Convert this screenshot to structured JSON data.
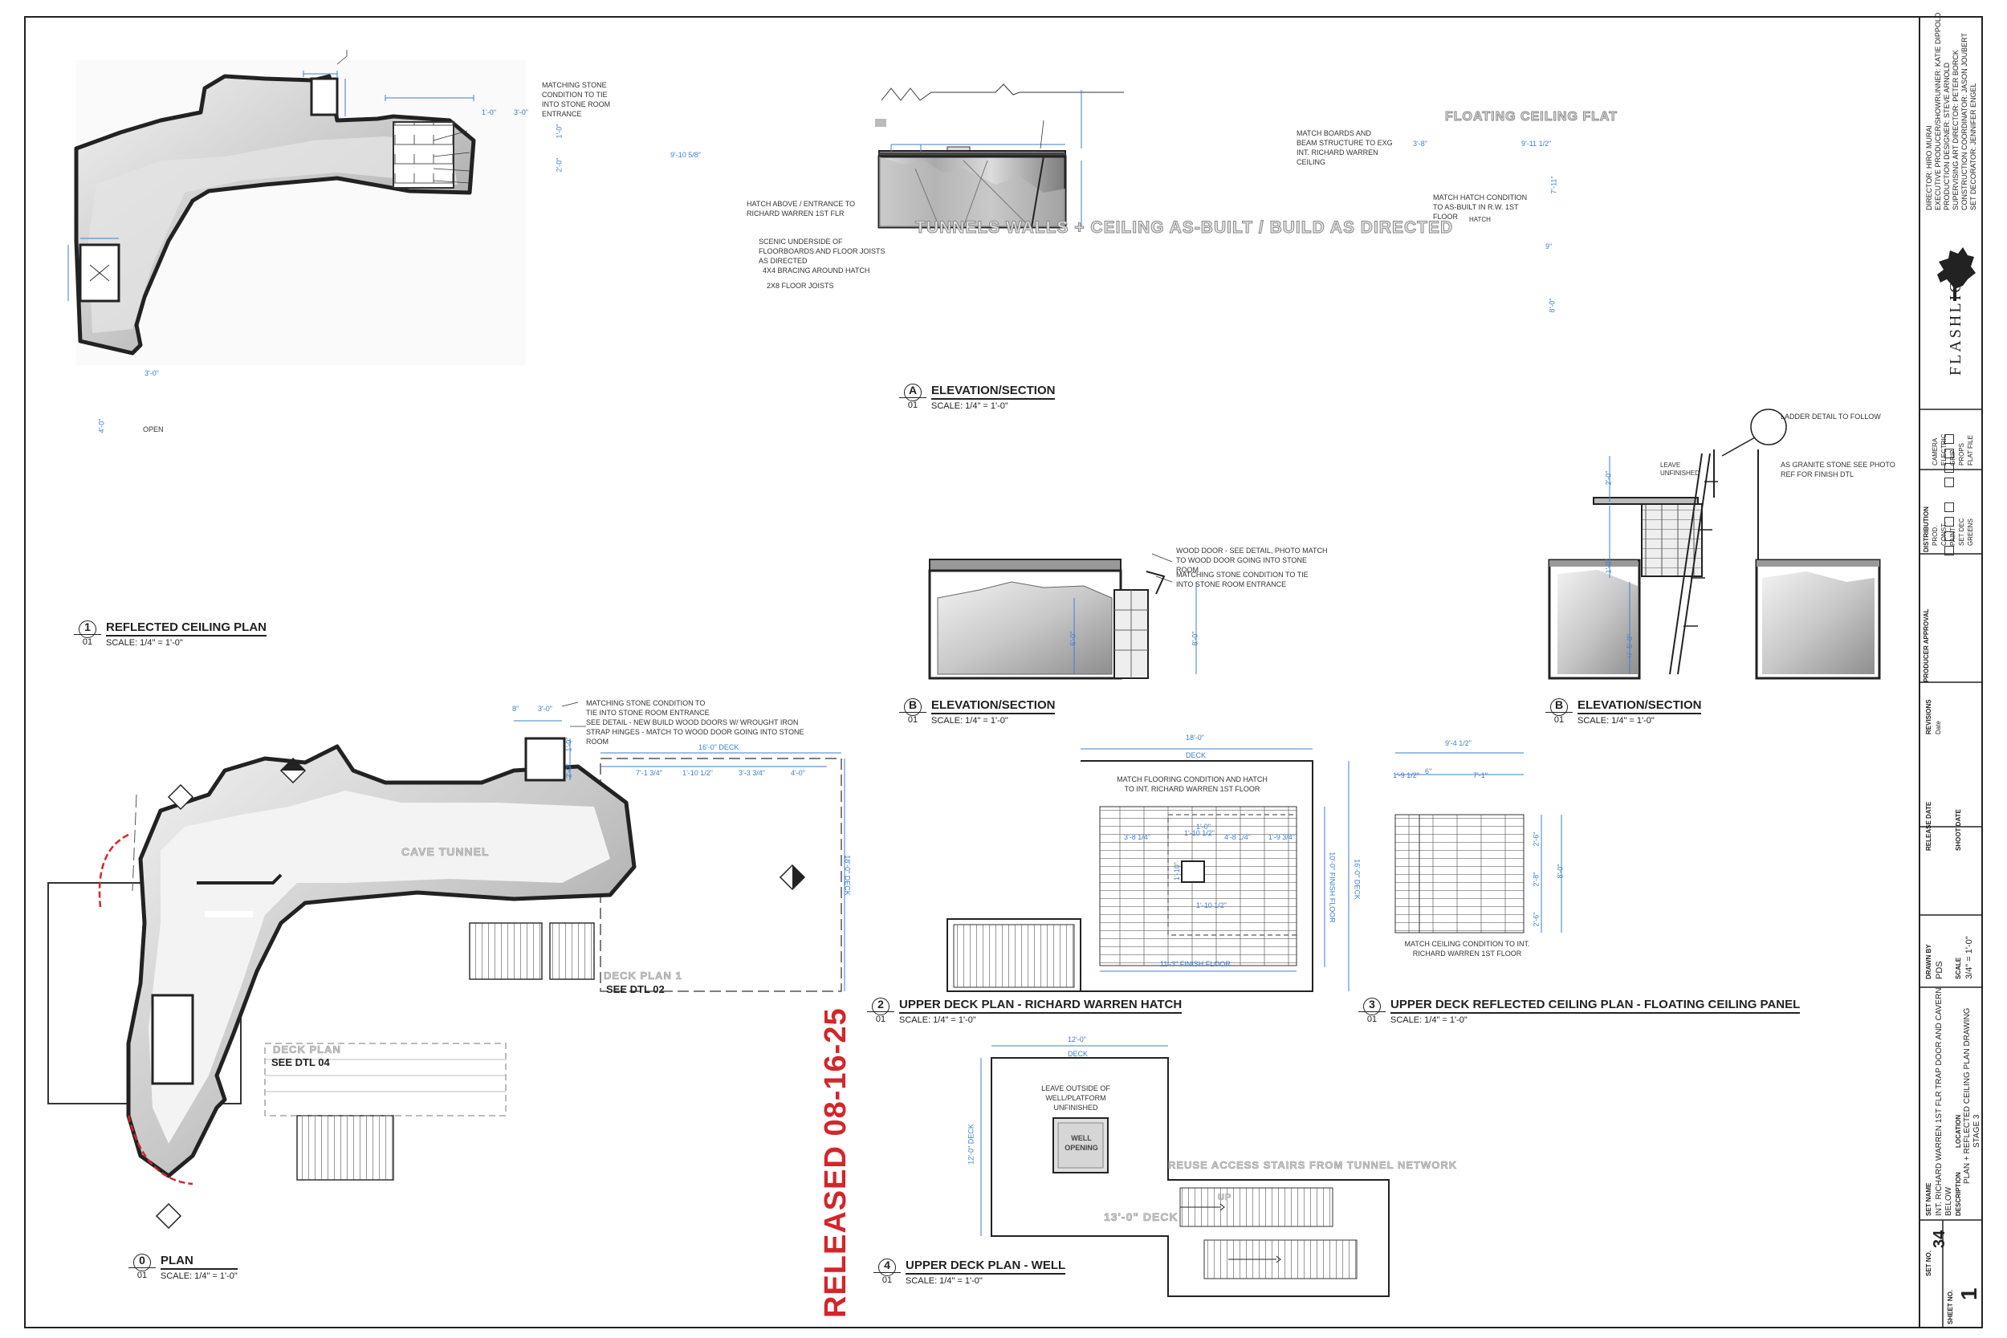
{
  "views": {
    "rcp": {
      "num": "1",
      "sheet": "01",
      "title": "REFLECTED CEILING PLAN",
      "scale": "SCALE: 1/4\" = 1'-0\""
    },
    "elev_a": {
      "num": "A",
      "sheet": "01",
      "title": "ELEVATION/SECTION",
      "scale": "SCALE: 1/4\" = 1'-0\""
    },
    "elev_b1": {
      "num": "B",
      "sheet": "01",
      "title": "ELEVATION/SECTION",
      "scale": "SCALE: 1/4\" = 1'-0\""
    },
    "elev_b2": {
      "num": "B",
      "sheet": "01",
      "title": "ELEVATION/SECTION",
      "scale": "SCALE: 1/4\" = 1'-0\""
    },
    "plan": {
      "num": "0",
      "sheet": "01",
      "title": "PLAN",
      "scale": "SCALE: 1/4\" = 1'-0\""
    },
    "udp_hatch": {
      "num": "2",
      "sheet": "01",
      "title": "UPPER DECK PLAN - RICHARD WARREN HATCH",
      "scale": "SCALE: 1/4\" = 1'-0\""
    },
    "udrcp": {
      "num": "3",
      "sheet": "01",
      "title": "UPPER DECK REFLECTED CEILING PLAN - FLOATING CEILING PANEL",
      "scale": "SCALE: 1/4\" = 1'-0\""
    },
    "udp_well": {
      "num": "4",
      "sheet": "01",
      "title": "UPPER DECK PLAN - WELL",
      "scale": "SCALE: 1/4\" = 1'-0\""
    }
  },
  "notes": {
    "rcp_matching": "MATCHING STONE CONDITION TO TIE INTO STONE ROOM ENTRANCE",
    "rcp_hatch": "HATCH ABOVE / ENTRANCE TO RICHARD WARREN 1st FLR",
    "rcp_scenic": "SCENIC UNDERSIDE OF FLOORBOARDS AND FLOOR JOISTS AS DIRECTED",
    "rcp_bracing": "4x4 BRACING AROUND HATCH",
    "rcp_joists": "2x8 FLOOR JOISTS",
    "rcp_open": "OPEN",
    "ea_match_boards": "MATCH BOARDS AND BEAM STRUCTURE TO EXG INT. RICHARD WARREN CEILING",
    "ea_match_hatch": "MATCH HATCH CONDITION TO AS-BUILT IN R.W. 1ST FLOOR",
    "ea_floating": "FLOATING CEILING FLAT",
    "ea_tunnels": "TUNNELS WALLS + CEILING AS-BUILT / BUILD AS DIRECTED",
    "ea_hatch": "HATCH",
    "eb_wood_door": "WOOD DOOR - SEE DETAIL, PHOTO MATCH TO WOOD DOOR GOING INTO STONE ROOM",
    "eb_matching": "MATCHING STONE CONDITION TO TIE INTO STONE ROOM ENTRANCE",
    "eb2_ladder": "LADDER DETAIL TO FOLLOW",
    "eb2_granite": "AS GRANITE STONE SEE PHOTO REF FOR FINISH DTL",
    "eb2_leave": "LEAVE UNFINISHED",
    "p_matching": "MATCHING STONE CONDITION TO TIE INTO STONE ROOM ENTRANCE",
    "p_see_detail": "SEE DETAIL - NEW BUILD WOOD DOORS W/ WROUGHT IRON STRAP HINGES - MATCH TO WOOD DOOR GOING INTO STONE ROOM",
    "p_cave": "CAVE TUNNEL",
    "p_deck_plan_1": "DECK PLAN 1",
    "p_see_dtl_02": "SEE DTL 02",
    "p_deck_plan": "DECK PLAN",
    "p_see_dtl_04": "SEE DTL 04",
    "p2_match_floor": "MATCH FLOORING CONDITION AND HATCH TO INT. RICHARD WARREN 1st FLOOR",
    "p2_finish_floor": "11'-3\" FINISH FLOOR",
    "p3_match_ceiling": "MATCH CEILING CONDITION TO INT. RICHARD WARREN 1st FLOOR",
    "p4_leave": "LEAVE OUTSIDE OF WELL/PLATFORM UNFINISHED",
    "p4_well": "WELL OPENING",
    "p4_reuse": "REUSE ACCESS STAIRS FROM TUNNEL NETWORK",
    "p4_deck": "13'-0\" DECK",
    "p4_up": "UP"
  },
  "dims": {
    "rcp_a": "1'-0\"",
    "rcp_b": "3'-0\"",
    "rcp_c": "9'-10 5/8\"",
    "rcp_d": "3'-0\"",
    "rcp_e": "4'-0\"",
    "rcp_f": "1'-0\"",
    "rcp_g": "2'-0\"",
    "ea_a": "3'-8\"",
    "ea_b": "9'-11 1/2\"",
    "ea_c": "7'-11\"",
    "ea_d": "8'-0\"",
    "ea_e": "9\"",
    "eb_a": "6'-0\"",
    "eb_b": "8'-0\"",
    "eb2_a": "2'-0\"",
    "eb2_b": "1'-0\"",
    "eb2_c": "+/- 5'-0\"",
    "p_a": "8\"",
    "p_b": "3'-0\"",
    "p_c": "16'-0\" DECK",
    "p_d": "7'-1 3/4\"",
    "p_e": "1'-10 1/2\"",
    "p_f": "3'-3 3/4\"",
    "p_g": "4'-0\"",
    "p_h": "18'-0\" DECK",
    "p_i": "1'-0\"",
    "p_j": "2'-0\"",
    "p2_a": "18'-0\"",
    "p2_a2": "DECK",
    "p2_b": "1'-0\"",
    "p2_c": "1'-10 1/2\"",
    "p2_d": "3'-8 1/4\"",
    "p2_e": "4'-8 1/4\"",
    "p2_f": "1'-9 3/4\"",
    "p2_g": "1'-10\"",
    "p2_h": "1'-10 1/2\"",
    "p2_i": "10'-0\" FINISH FLOOR",
    "p2_j": "16'-0\" DECK",
    "p3_a": "9'-4 1/2\"",
    "p3_b": "1'-9 1/2\"",
    "p3_c": "6\"",
    "p3_d": "7'-1\"",
    "p3_e": "8'-0\"",
    "p3_f": "2'-6\"",
    "p3_g": "2'-8\"",
    "p3_h": "2'-6\"",
    "p4_a": "12'-0\"",
    "p4_a2": "DECK",
    "p4_b": "12'-0\" DECK"
  },
  "title_block": {
    "credits": [
      "DIRECTOR: HIRO MURAI",
      "EXECUTIVE PRODUCER/SHOWRUNNER: KATIE DIPPOLD",
      "PRODUCTION DESIGNER: STEVE ARNOLD",
      "SUPERVISING ART DIRECTOR: PETER BORCK",
      "CONSTRUCTION COORDINATOR: JASON JOUBERT",
      "SET DECORATOR: JENNIFER ENGEL"
    ],
    "logo": "FLASHLIGHT",
    "dist_top": [
      "CAMERA",
      "ELECTRIC",
      "GRIP",
      "PROPS",
      "FLAT FILE"
    ],
    "dist_mid": [
      "PROD.",
      "CONST.",
      "PAINT",
      "SET DEC",
      "GREENS"
    ],
    "distribution": "DISTRIBUTION",
    "producer_approval": "PRODUCER APPROVAL",
    "revisions": "REVISIONS",
    "date": "Date",
    "release_date": "RELEASE DATE",
    "shoot_date": "SHOOT DATE",
    "drawn_by_label": "DRAWN BY",
    "drawn_by": "PDS",
    "scale_label": "SCALE",
    "scale": "3/4\" = 1'-0\"",
    "set_name_label": "SET NAME",
    "set_name": "INT. RICHARD WARREN 1ST FLR TRAP DOOR AND CAVERN BELOW",
    "description_label": "DESCRIPTION",
    "description": "PLAN + REFLECTED CEILING PLAN DRAWING",
    "location_label": "LOCATION",
    "location": "STAGE 3",
    "set_no_label": "SET NO.",
    "set_no": "34",
    "sheet_no_label": "SHEET NO.",
    "sheet_no": "1",
    "released": "RELEASED 08-16-25"
  },
  "colors": {
    "line": "#222222",
    "dim": "#3d7fd0",
    "release": "#d3262a",
    "section_red": "#d3262a"
  }
}
